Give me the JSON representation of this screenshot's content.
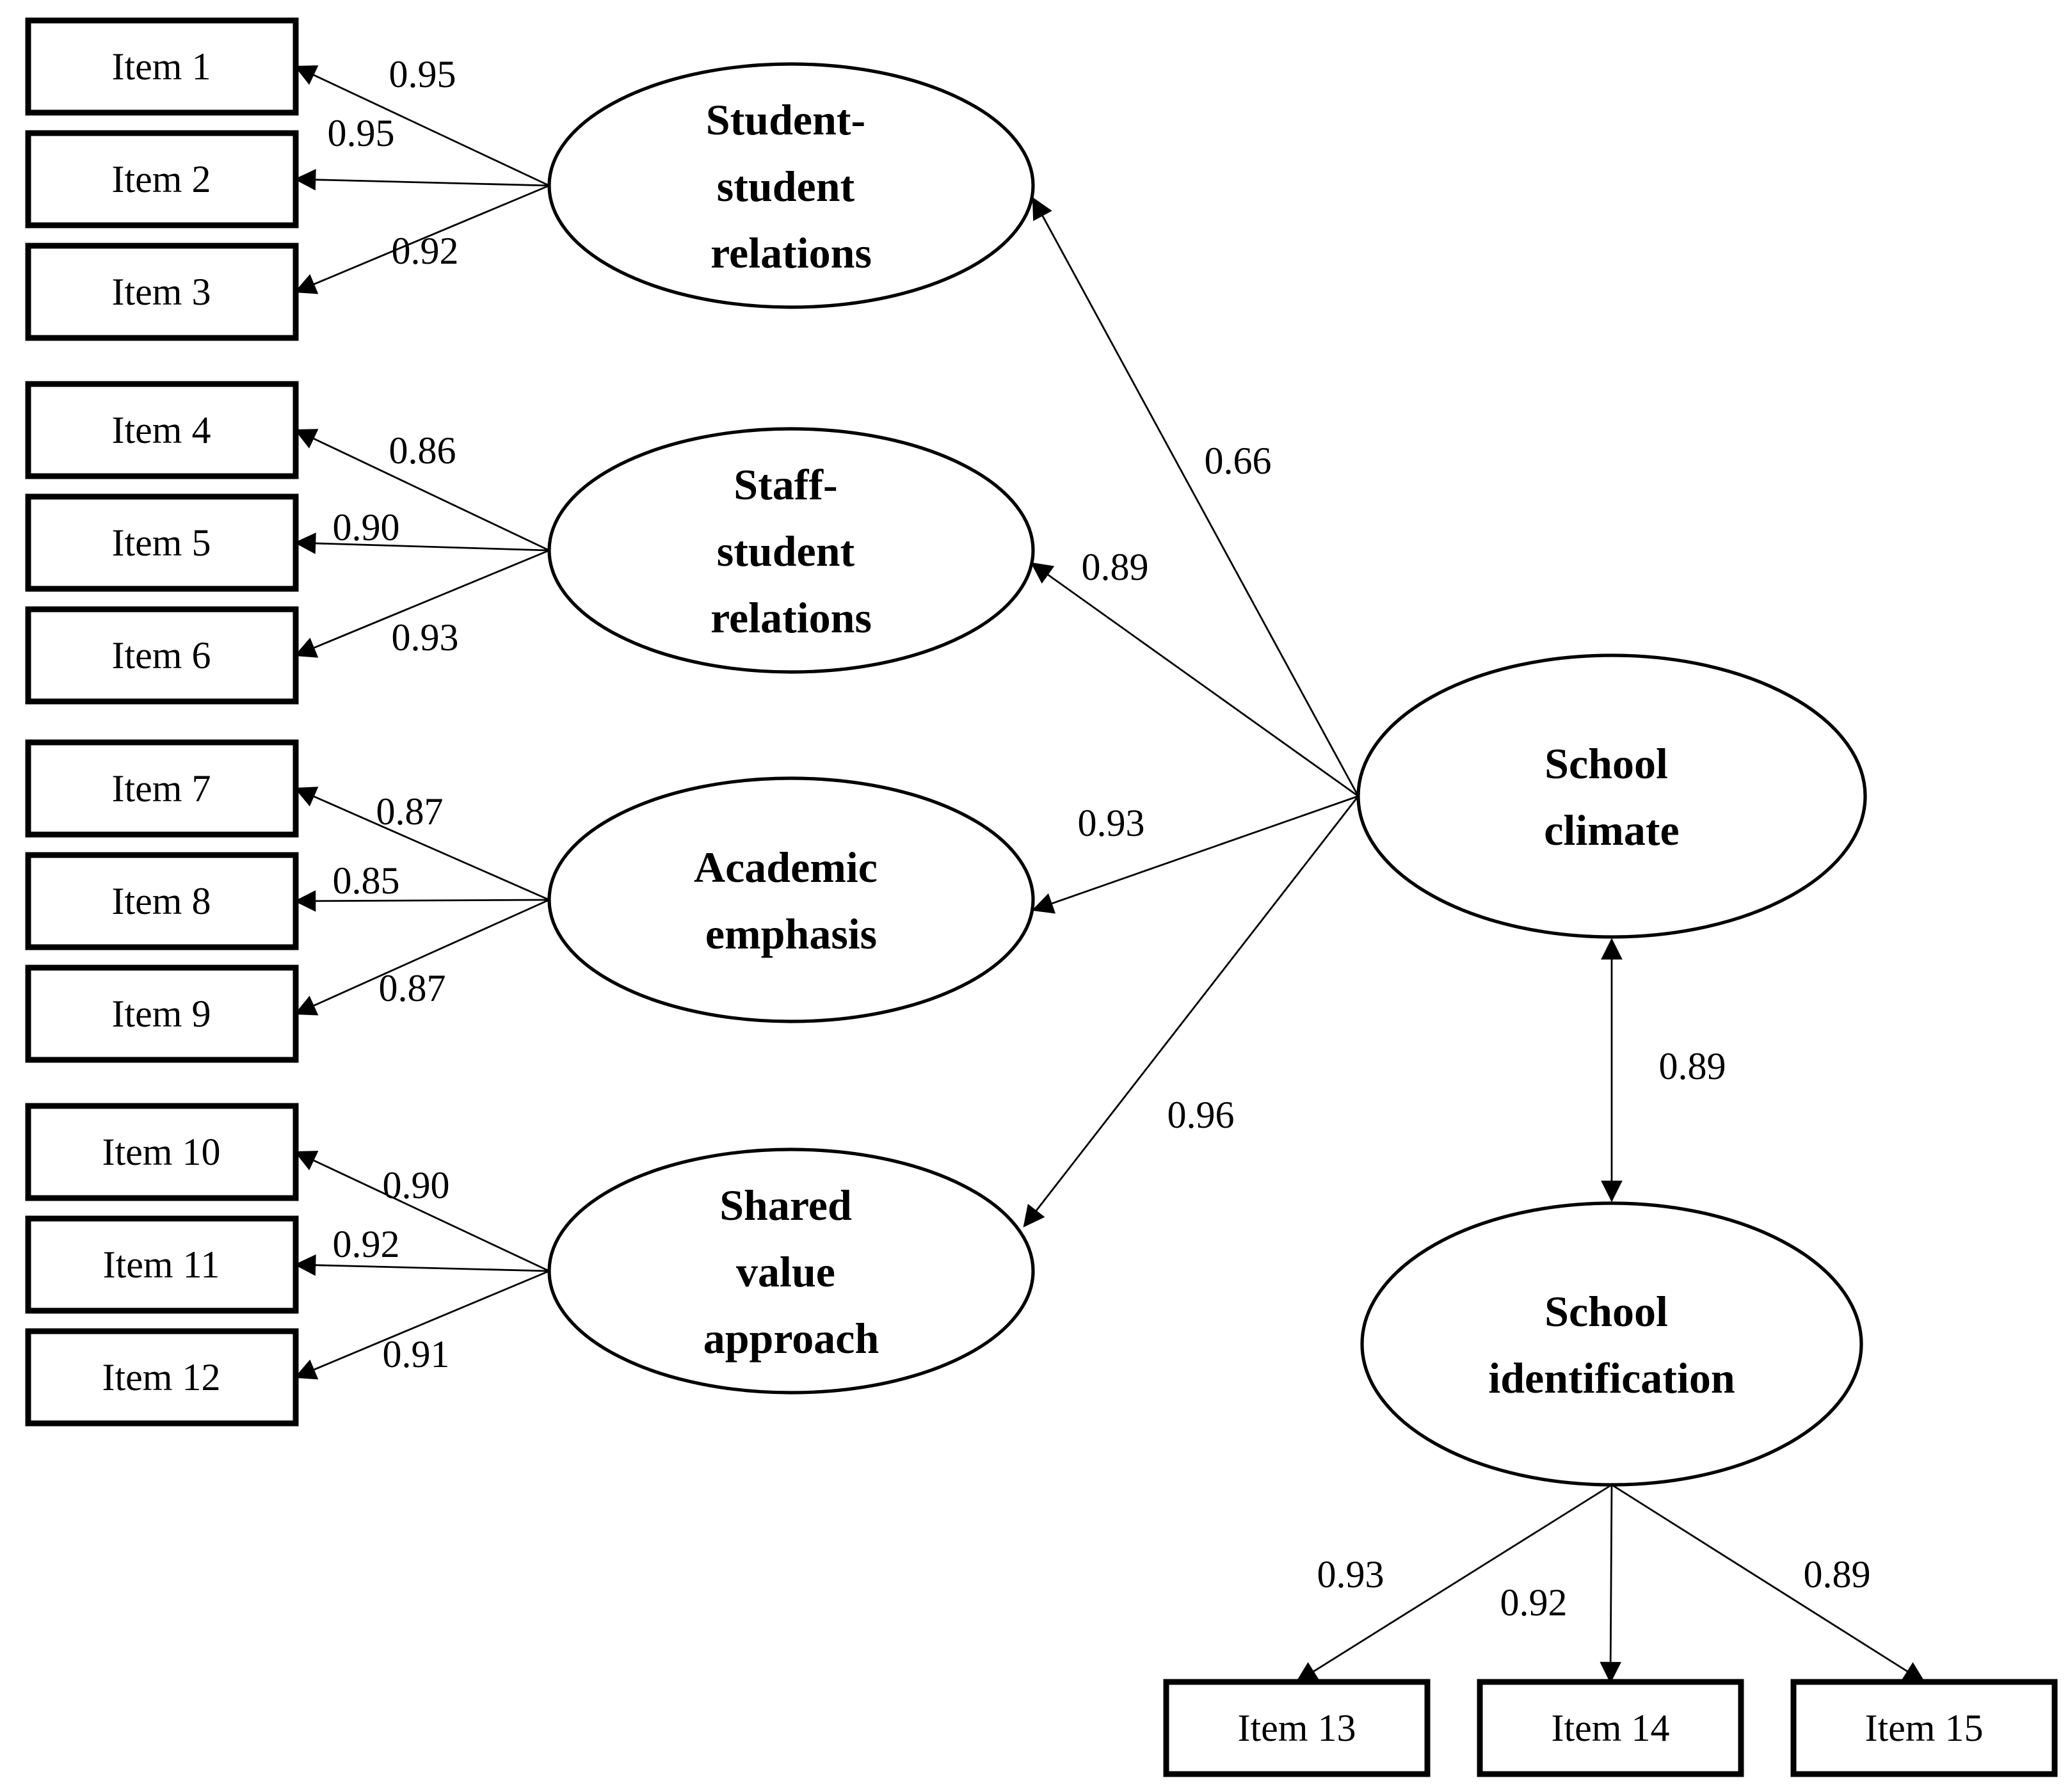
{
  "diagram": {
    "description": "Second-order confirmatory factor analysis path diagram of school climate and school identification",
    "background_color": "#ffffff",
    "line_color": "#000000"
  },
  "nodes": {
    "factors": [
      {
        "id": "student-student-relations",
        "label_lines": [
          "Student-",
          "student",
          "relations"
        ]
      },
      {
        "id": "staff-student-relations",
        "label_lines": [
          "Staff-",
          "student",
          "relations"
        ]
      },
      {
        "id": "academic-emphasis",
        "label_lines": [
          "Academic",
          "emphasis"
        ]
      },
      {
        "id": "shared-value-approach",
        "label_lines": [
          "Shared",
          "value",
          "approach"
        ]
      },
      {
        "id": "school-climate",
        "label_lines": [
          "School",
          "climate"
        ]
      },
      {
        "id": "school-identification",
        "label_lines": [
          "School",
          "identification"
        ]
      }
    ],
    "items": [
      {
        "id": "item-1",
        "label": "Item 1"
      },
      {
        "id": "item-2",
        "label": "Item 2"
      },
      {
        "id": "item-3",
        "label": "Item 3"
      },
      {
        "id": "item-4",
        "label": "Item 4"
      },
      {
        "id": "item-5",
        "label": "Item 5"
      },
      {
        "id": "item-6",
        "label": "Item 6"
      },
      {
        "id": "item-7",
        "label": "Item 7"
      },
      {
        "id": "item-8",
        "label": "Item 8"
      },
      {
        "id": "item-9",
        "label": "Item 9"
      },
      {
        "id": "item-10",
        "label": "Item 10"
      },
      {
        "id": "item-11",
        "label": "Item 11"
      },
      {
        "id": "item-12",
        "label": "Item 12"
      },
      {
        "id": "item-13",
        "label": "Item 13"
      },
      {
        "id": "item-14",
        "label": "Item 14"
      },
      {
        "id": "item-15",
        "label": "Item 15"
      }
    ]
  },
  "edges": {
    "loadings": [
      {
        "from": "student-student-relations",
        "to": "item-1",
        "value": "0.95"
      },
      {
        "from": "student-student-relations",
        "to": "item-2",
        "value": "0.95"
      },
      {
        "from": "student-student-relations",
        "to": "item-3",
        "value": "0.92"
      },
      {
        "from": "staff-student-relations",
        "to": "item-4",
        "value": "0.86"
      },
      {
        "from": "staff-student-relations",
        "to": "item-5",
        "value": "0.90"
      },
      {
        "from": "staff-student-relations",
        "to": "item-6",
        "value": "0.93"
      },
      {
        "from": "academic-emphasis",
        "to": "item-7",
        "value": "0.87"
      },
      {
        "from": "academic-emphasis",
        "to": "item-8",
        "value": "0.85"
      },
      {
        "from": "academic-emphasis",
        "to": "item-9",
        "value": "0.87"
      },
      {
        "from": "shared-value-approach",
        "to": "item-10",
        "value": "0.90"
      },
      {
        "from": "shared-value-approach",
        "to": "item-11",
        "value": "0.92"
      },
      {
        "from": "shared-value-approach",
        "to": "item-12",
        "value": "0.91"
      },
      {
        "from": "school-identification",
        "to": "item-13",
        "value": "0.93"
      },
      {
        "from": "school-identification",
        "to": "item-14",
        "value": "0.92"
      },
      {
        "from": "school-identification",
        "to": "item-15",
        "value": "0.89"
      }
    ],
    "second_order": [
      {
        "from": "school-climate",
        "to": "student-student-relations",
        "value": "0.66"
      },
      {
        "from": "school-climate",
        "to": "staff-student-relations",
        "value": "0.89"
      },
      {
        "from": "school-climate",
        "to": "academic-emphasis",
        "value": "0.93"
      },
      {
        "from": "school-climate",
        "to": "shared-value-approach",
        "value": "0.96"
      }
    ],
    "covariances": [
      {
        "between": [
          "school-climate",
          "school-identification"
        ],
        "value": "0.89",
        "style": "double-headed"
      }
    ]
  }
}
